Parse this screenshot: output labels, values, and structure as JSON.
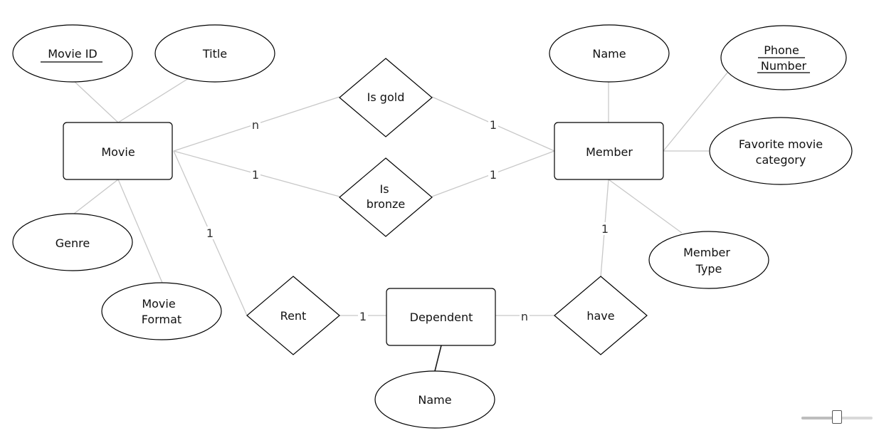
{
  "entities": {
    "movie": "Movie",
    "member": "Member",
    "dependent": "Dependent"
  },
  "attributes": {
    "movie_id": "Movie ID",
    "title": "Title",
    "genre": "Genre",
    "movie_format_1": "Movie",
    "movie_format_2": "Format",
    "member_name": "Name",
    "phone_1": "Phone",
    "phone_2": "Number",
    "fav_1": "Favorite movie",
    "fav_2": "category",
    "member_type_1": "Member",
    "member_type_2": "Type",
    "dependent_name": "Name"
  },
  "relationships": {
    "is_gold": "Is gold",
    "is_bronze_1": "Is",
    "is_bronze_2": "bronze",
    "rent": "Rent",
    "have": "have"
  },
  "cardinalities": {
    "movie_isgold": "n",
    "isgold_member": "1",
    "movie_isbronze": "1",
    "isbronze_member": "1",
    "movie_rent": "1",
    "rent_dependent": "1",
    "dependent_have": "n",
    "have_member": "1"
  },
  "zoom": {
    "level": 0.5
  }
}
